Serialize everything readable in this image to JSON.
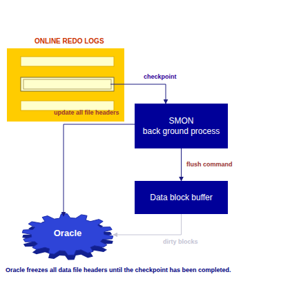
{
  "diagram": {
    "caption": "Oracle freezes all data file headers until the checkpoint has been completed.",
    "nodes": [
      {
        "text": [
          "ONLINE REDO LOGS"
        ]
      },
      {
        "text": [
          "SMON",
          "back ground process"
        ]
      },
      {
        "text": [
          "Data block buffer"
        ]
      },
      {
        "text": [
          "Oracle"
        ]
      }
    ],
    "edges": [
      {
        "from": 0,
        "to": 1,
        "label": "checkpoint",
        "arrow": "to"
      },
      {
        "from": 1,
        "to": 3,
        "label": "update all file headers",
        "arrow": "to"
      },
      {
        "from": 1,
        "to": 2,
        "label": "flush command",
        "arrow": "to"
      },
      {
        "from": 2,
        "to": 3,
        "label": "dirty blocks",
        "arrow": "to"
      }
    ]
  }
}
